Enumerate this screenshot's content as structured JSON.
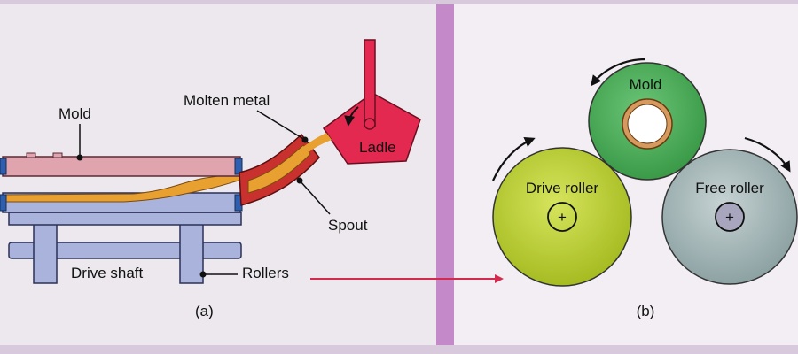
{
  "panel_a": {
    "labels": {
      "mold": "Mold",
      "molten_metal": "Molten metal",
      "ladle": "Ladle",
      "spout": "Spout",
      "drive_shaft": "Drive shaft",
      "rollers": "Rollers"
    },
    "caption": "(a)"
  },
  "panel_b": {
    "labels": {
      "mold": "Mold",
      "drive_roller": "Drive roller",
      "free_roller": "Free roller",
      "drive_center": "+",
      "free_center": "+"
    },
    "caption": "(b)"
  },
  "colors": {
    "background_left": "#ece8ee",
    "background_right": "#f2eef4",
    "divider": "#c489c9",
    "mold_tube": "#dfa4ae",
    "base_tube": "#a9b3dc",
    "molten_metal": "#e8a030",
    "ladle": "#e3294f",
    "spout": "#c9312f",
    "callout_arrow": "#d42a4e",
    "mold_roller": "#4cb05a",
    "drive_roller": "#bfd32f",
    "free_roller": "#a8b8b9"
  }
}
